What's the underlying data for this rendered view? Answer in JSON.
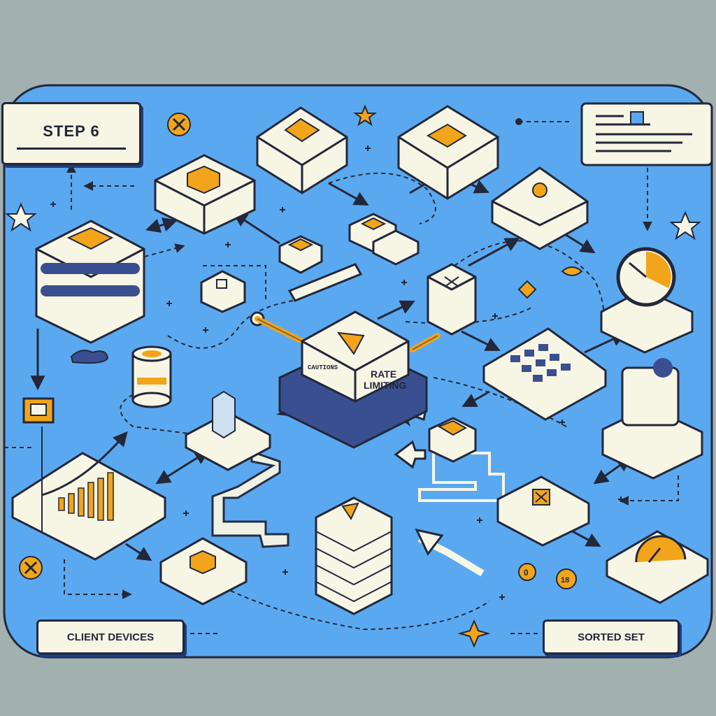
{
  "header": {
    "step_label": "STEP 6"
  },
  "center": {
    "title_line1": "RATE",
    "title_line2": "LIMITING",
    "side_label": "CAUTIONS"
  },
  "footer": {
    "left_label": "CLIENT DEVICES",
    "right_label": "SORTED SET"
  },
  "badges": {
    "small_right": "0",
    "small_right2": "18"
  },
  "colors": {
    "background": "#5aa9f0",
    "frame": "#23273a",
    "accent": "#f2a51a",
    "node": "#f7f5e4",
    "shadow": "#3a4f8f"
  }
}
